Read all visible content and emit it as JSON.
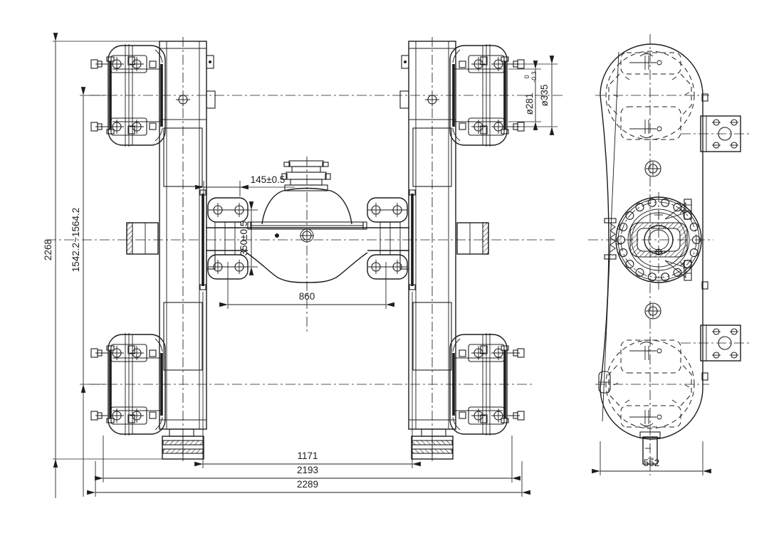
{
  "drawing": {
    "background_color": "#ffffff",
    "line_color": "#1c1c1c"
  },
  "dimensions": {
    "front_view": {
      "overall_height": "2268",
      "height_range": "1542.2~1564.2",
      "bracket_offset": "145±0.5",
      "bracket_bolt_span": "350±0.5",
      "pad_distance": "860",
      "inner_width": "1171",
      "drum_face_width": "2193",
      "overall_width": "2289",
      "drum_diameter": "ø281",
      "drum_diameter_tol_upper": "0",
      "drum_diameter_tol_lower": "-0.3",
      "drum_flange_diameter": "ø335"
    },
    "side_view": {
      "body_width": "552"
    }
  }
}
